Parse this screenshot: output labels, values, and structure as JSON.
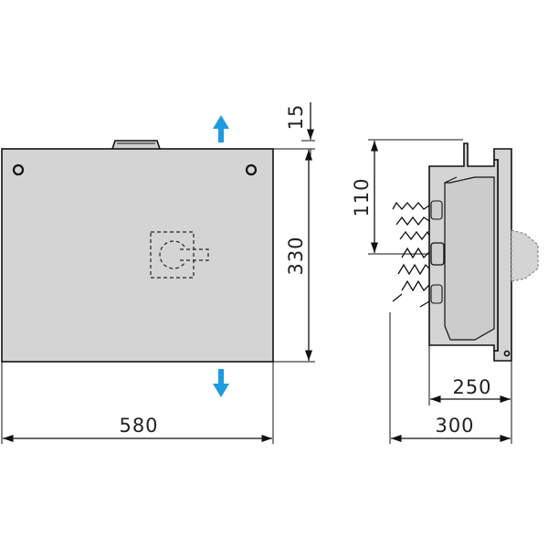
{
  "dimensions": {
    "width_front": "580",
    "height_front": "330",
    "top_gap": "15",
    "side_offset": "110",
    "depth_body": "250",
    "depth_total": "300"
  },
  "colors": {
    "enclosure": "#d4d4d4",
    "outline": "#111111",
    "airflow_arrow": "#1e9be0"
  },
  "icons": {
    "airflow_up": "arrow-up-icon",
    "airflow_down": "arrow-down-icon",
    "handle": "rotary-handle-icon"
  }
}
